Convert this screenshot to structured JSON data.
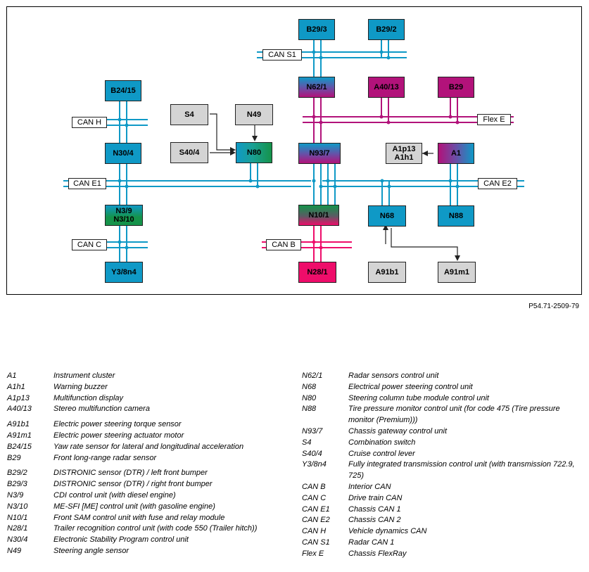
{
  "figure_ref": "P54.71-2509-79",
  "colors": {
    "bus_blue": "#0f99c6",
    "bus_magenta": "#b2127a",
    "bus_red": "#ee0d6a",
    "box_grey": "#d4d4d4",
    "green": "#15934a"
  },
  "buses": {
    "can_s1": "CAN S1",
    "can_h": "CAN H",
    "can_e1": "CAN E1",
    "can_e2": "CAN E2",
    "can_c": "CAN C",
    "can_b": "CAN B",
    "flex_e": "Flex E"
  },
  "components": {
    "b29_3": "B29/3",
    "b29_2": "B29/2",
    "n62_1": "N62/1",
    "a40_13": "A40/13",
    "b29": "B29",
    "b24_15": "B24/15",
    "s4": "S4",
    "n49": "N49",
    "s40_4": "S40/4",
    "n80": "N80",
    "n30_4": "N30/4",
    "n93_7": "N93/7",
    "a1p13_a1h1": "A1p13\nA1h1",
    "a1": "A1",
    "n3_9_n3_10": "N3/9\nN3/10",
    "n10_1": "N10/1",
    "n68": "N68",
    "n88": "N88",
    "y3_8n4": "Y3/8n4",
    "n28_1": "N28/1",
    "a91b1": "A91b1",
    "a91m1": "A91m1"
  },
  "legend_left": [
    {
      "code": "A1",
      "desc": "Instrument cluster"
    },
    {
      "code": "A1h1",
      "desc": "Warning buzzer"
    },
    {
      "code": "A1p13",
      "desc": "Multifunction display"
    },
    {
      "code": "A40/13",
      "desc": "Stereo multifunction camera"
    },
    {
      "code": "",
      "desc": ""
    },
    {
      "code": "A91b1",
      "desc": "Electric power steering torque sensor"
    },
    {
      "code": "A91m1",
      "desc": "Electric power steering actuator motor"
    },
    {
      "code": "B24/15",
      "desc": "Yaw rate sensor for lateral and longitudinal acceleration"
    },
    {
      "code": "B29",
      "desc": "Front long-range radar sensor"
    },
    {
      "code": "",
      "desc": ""
    },
    {
      "code": "B29/2",
      "desc": "DISTRONIC sensor (DTR) / left front bumper"
    },
    {
      "code": "B29/3",
      "desc": "DISTRONIC sensor (DTR) / right front bumper"
    },
    {
      "code": "N3/9",
      "desc": "CDI control unit (with diesel engine)"
    },
    {
      "code": "N3/10",
      "desc": "ME-SFI [ME] control unit (with gasoline engine)"
    },
    {
      "code": "N10/1",
      "desc": "Front SAM control unit with fuse and relay module"
    },
    {
      "code": "N28/1",
      "desc": "Trailer recognition control unit (with code 550 (Trailer hitch))"
    },
    {
      "code": "N30/4",
      "desc": "Electronic Stability Program control unit"
    },
    {
      "code": "N49",
      "desc": "Steering angle sensor"
    }
  ],
  "legend_right": [
    {
      "code": "N62/1",
      "desc": "Radar sensors control unit"
    },
    {
      "code": "N68",
      "desc": "Electrical power steering control unit"
    },
    {
      "code": "N80",
      "desc": "Steering column tube module control unit"
    },
    {
      "code": "N88",
      "desc": "Tire pressure monitor control unit (for code 475 (Tire pressure monitor (Premium)))"
    },
    {
      "code": "N93/7",
      "desc": "Chassis gateway control unit"
    },
    {
      "code": "S4",
      "desc": "Combination switch"
    },
    {
      "code": "S40/4",
      "desc": "Cruise control lever"
    },
    {
      "code": "Y3/8n4",
      "desc": "Fully integrated transmission control unit (with transmission 722.9, 725)"
    },
    {
      "code": "CAN B",
      "desc": "Interior CAN"
    },
    {
      "code": "CAN C",
      "desc": "Drive train CAN"
    },
    {
      "code": "CAN E1",
      "desc": "Chassis CAN 1"
    },
    {
      "code": "CAN E2",
      "desc": "Chassis CAN 2"
    },
    {
      "code": "CAN H",
      "desc": "Vehicle dynamics CAN"
    },
    {
      "code": "CAN S1",
      "desc": "Radar CAN 1"
    },
    {
      "code": "Flex E",
      "desc": "Chassis FlexRay"
    }
  ]
}
